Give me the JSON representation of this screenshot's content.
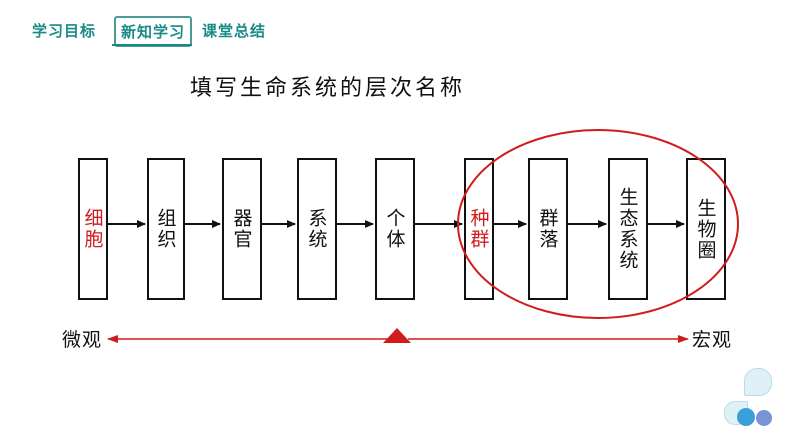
{
  "nav": {
    "tabs": [
      {
        "label": "学习目标"
      },
      {
        "label": "新知学习"
      },
      {
        "label": "课堂总结"
      }
    ]
  },
  "title": "填写生命系统的层次名称",
  "levels": [
    {
      "label": "细胞",
      "color": "#d01c1c"
    },
    {
      "label": "组织",
      "color": "#111111"
    },
    {
      "label": "器官",
      "color": "#111111"
    },
    {
      "label": "系统",
      "color": "#111111"
    },
    {
      "label": "个体",
      "color": "#111111"
    },
    {
      "label": "种群",
      "color": "#d01c1c"
    },
    {
      "label": "群落",
      "color": "#111111"
    },
    {
      "label": "生态系统",
      "color": "#111111"
    },
    {
      "label": "生物圈",
      "color": "#111111"
    }
  ],
  "scale": {
    "left_label": "微观",
    "right_label": "宏观",
    "color": "#d01c1c"
  },
  "accent": "#1a8a87"
}
